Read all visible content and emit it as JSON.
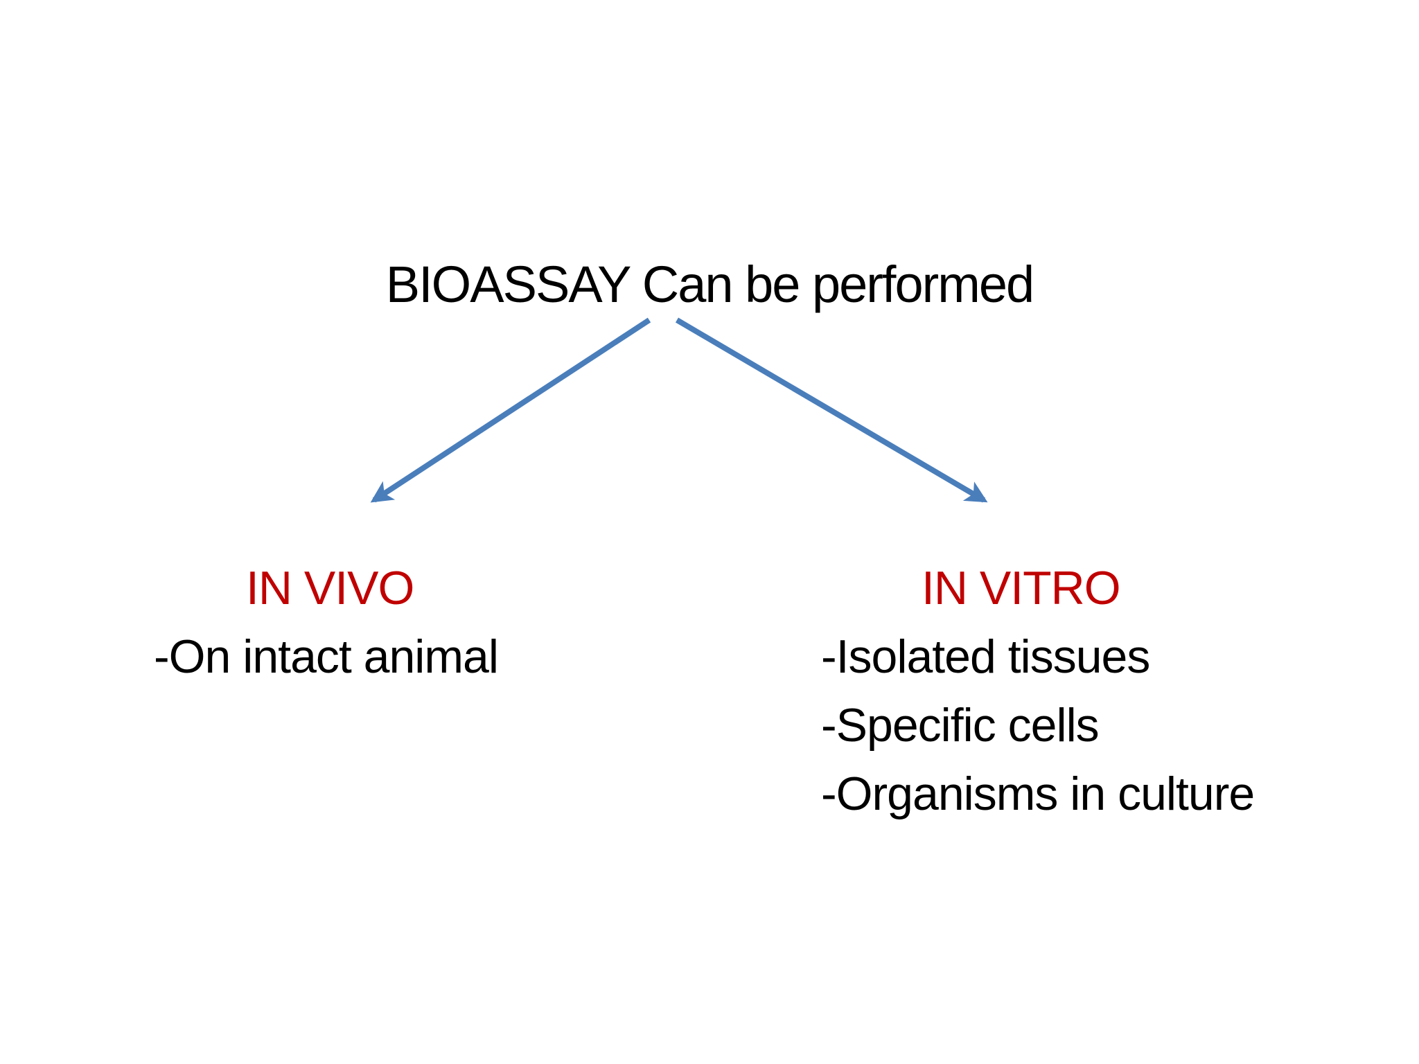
{
  "slide": {
    "title": "BIOASSAY Can be performed",
    "colors": {
      "background": "#ffffff",
      "title_text": "#000000",
      "branch_label": "#c00000",
      "item_text": "#000000",
      "arrow": "#4a7ebb"
    },
    "branches": [
      {
        "label": "IN VIVO",
        "items": [
          "-On intact animal"
        ]
      },
      {
        "label": "IN VITRO",
        "items": [
          "-Isolated tissues",
          "-Specific cells",
          "-Organisms in culture"
        ]
      }
    ]
  }
}
